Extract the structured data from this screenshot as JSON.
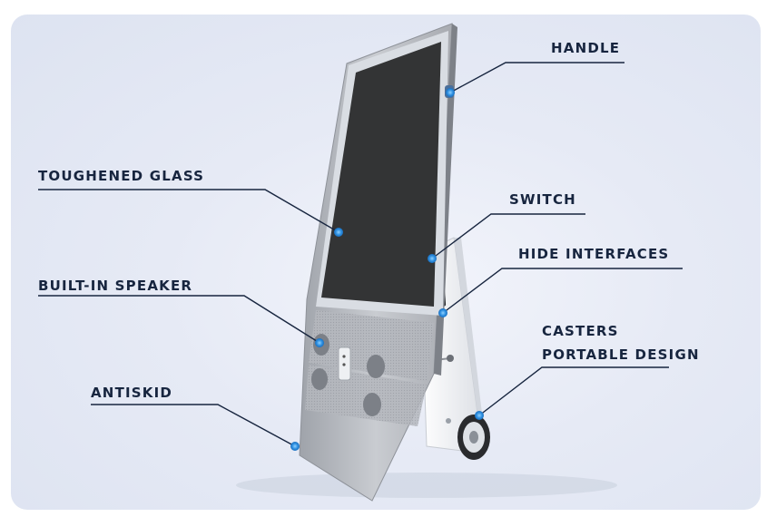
{
  "labels": {
    "handle": "HANDLE",
    "toughened_glass": "TOUGHENED GLASS",
    "switch": "SWITCH",
    "hide_interfaces": "HIDE INTERFACES",
    "built_in_speaker": "BUILT-IN SPEAKER",
    "casters_line1": "CASTERS",
    "casters_line2": "PORTABLE DESIGN",
    "antiskid": "ANTISKID"
  },
  "colors": {
    "text": "#17253f",
    "leader_line": "#17253f",
    "marker": "#2e8fe0",
    "panel": "#b9bcc2",
    "screen": "#333435",
    "stand": "#f4f4f4"
  }
}
